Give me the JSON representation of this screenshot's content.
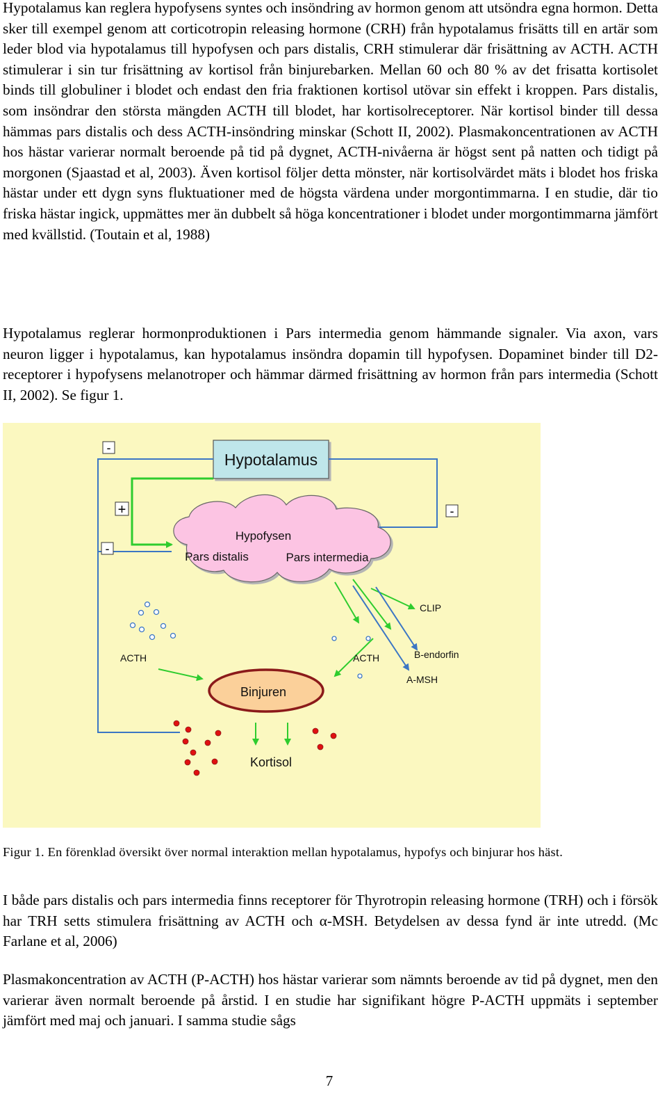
{
  "paragraphs": [
    "Hypotalamus kan reglera hypofysens syntes och insöndring av hormon genom att utsöndra egna hormon. Detta sker till exempel genom att corticotropin releasing hormone (CRH) från hypotalamus frisätts till en artär som leder blod via hypotalamus till hypofysen och pars distalis, CRH stimulerar där frisättning av ACTH. ACTH stimulerar i sin tur frisättning av kortisol från binjurebarken. Mellan 60 och 80 % av det frisatta kortisolet binds till globuliner i blodet och endast den fria fraktionen kortisol utövar sin effekt i kroppen. Pars distalis, som insöndrar den största mängden ACTH till blodet, har kortisolreceptorer. När kortisol binder till dessa hämmas pars distalis och dess ACTH-insöndring minskar (Schott II, 2002). Plasmakoncentrationen av ACTH hos hästar varierar normalt beroende på tid på dygnet, ACTH-nivåerna är högst sent på natten och tidigt på morgonen (Sjaastad et al, 2003).  Även kortisol följer detta mönster, när kortisolvärdet mäts i blodet hos friska hästar under ett dygn syns fluktuationer med de högsta värdena under morgontimmarna. I en studie, där tio friska hästar ingick, uppmättes mer än dubbelt så höga koncentrationer i blodet under morgontimmarna jämfört med kvällstid. (Toutain et al, 1988)",
    "Hypotalamus reglerar hormonproduktionen i Pars intermedia genom hämmande signaler. Via axon, vars neuron ligger i hypotalamus, kan hypotalamus insöndra dopamin till hypofysen. Dopaminet binder till D2-receptorer i hypofysens melanotroper och hämmar därmed frisättning av hormon från pars intermedia (Schott II, 2002). Se figur 1.",
    "I både pars distalis och pars intermedia finns receptorer för Thyrotropin releasing hormone (TRH) och i försök har TRH setts stimulera frisättning av ACTH och α-MSH. Betydelsen av dessa fynd är inte utredd. (Mc Farlane et al, 2006)",
    "Plasmakoncentration av ACTH (P-ACTH) hos hästar varierar som nämnts beroende av tid på dygnet, men den varierar även normalt beroende på årstid. I en studie har signifikant högre P-ACTH uppmäts i september jämfört med maj och januari. I samma studie sågs"
  ],
  "figure": {
    "hypotalamus": "Hypotalamus",
    "hypofysen": "Hypofysen",
    "pars_distalis": "Pars distalis",
    "pars_intermedia": "Pars intermedia",
    "binjuren": "Binjuren",
    "kortisol": "Kortisol",
    "acth_left": "ACTH",
    "acth_right": "ACTH",
    "clip": "CLIP",
    "b_endorfin": "B-endorfin",
    "a_msh": "A-MSH",
    "sign_top": "-",
    "sign_plus": "+",
    "sign_left": "-",
    "sign_right": "-",
    "colors": {
      "background": "#fbf8c0",
      "hypotalamus_box": "#bfe6ea",
      "cloud": "#fcc4e3",
      "binjuren_fill": "#fbd09a",
      "binjuren_border": "#8b1a1a",
      "green": "#2ecc2e",
      "blue_line": "#3b76c4",
      "red_dot": "#e01010"
    }
  },
  "caption": "Figur 1. En förenklad översikt över normal interaktion mellan hypotalamus, hypofys och binjurar hos häst.",
  "page_number": "7"
}
